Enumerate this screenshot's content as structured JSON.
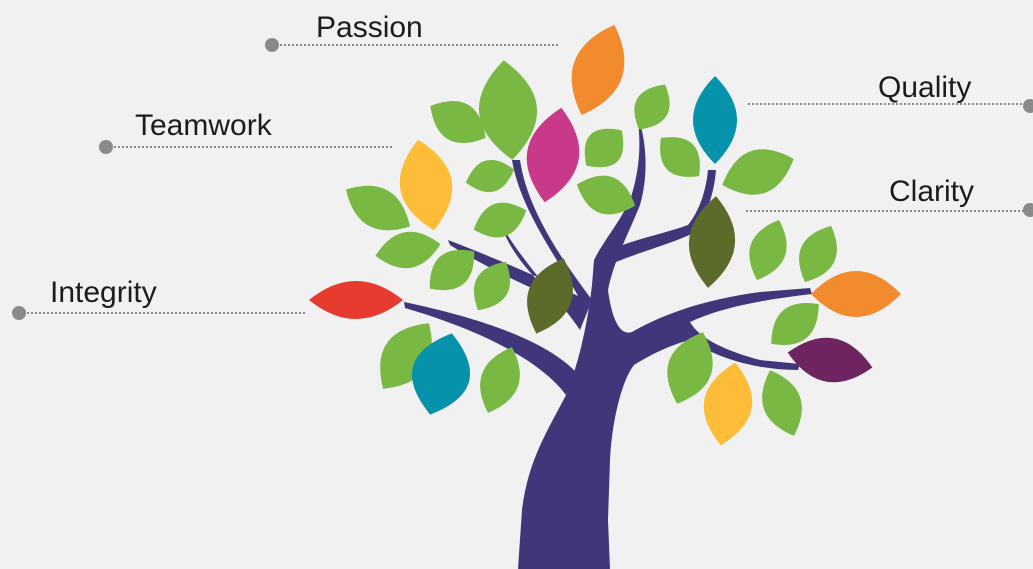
{
  "values": [
    {
      "label": "Passion"
    },
    {
      "label": "Quality"
    },
    {
      "label": "Teamwork"
    },
    {
      "label": "Clarity"
    },
    {
      "label": "Integrity"
    }
  ],
  "colors": {
    "background": "#f1f1f1",
    "trunk": "#3f3779",
    "connector": "#8a8a8a",
    "leaf_green": "#7ab844",
    "leaf_orange": "#f28a2e",
    "leaf_yellow": "#fdbd38",
    "leaf_blue": "#0792ab",
    "leaf_magenta": "#c8398a",
    "leaf_red": "#e63b2e",
    "leaf_olive": "#5d6b2a",
    "leaf_purple": "#6d2460"
  }
}
